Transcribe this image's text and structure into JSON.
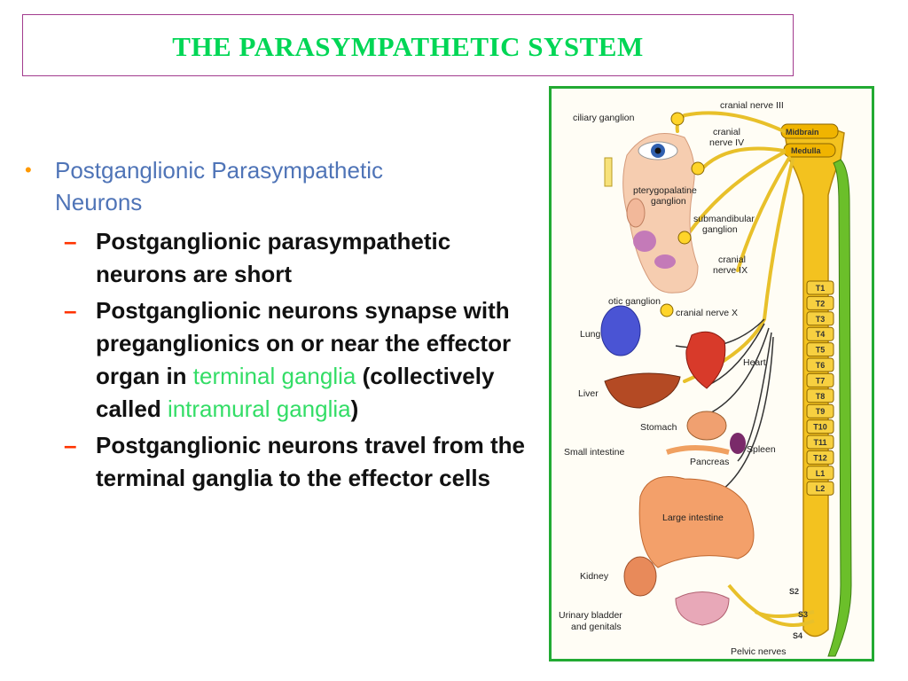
{
  "title": "THE PARASYMPATHETIC SYSTEM",
  "bullet": "Postganglionic Parasympathetic Neurons",
  "subs": {
    "s1": "Postganglionic parasympathetic neurons are short",
    "s2_a": "Postganglionic neurons synapse with preganglionics on or near the effector organ in ",
    "s2_hl1": "terminal ganglia",
    "s2_b": " (collectively called ",
    "s2_hl2": "intramural ganglia",
    "s2_c": ")",
    "s3": "Postganglionic neurons travel from the terminal ganglia to the effector cells"
  },
  "figure": {
    "labels": {
      "cranial_nerve_iii": "cranial nerve III",
      "ciliary_ganglion": "ciliary ganglion",
      "cranial_nerve_iv_1": "cranial",
      "cranial_nerve_iv_2": "nerve IV",
      "midbrain": "Midbrain",
      "medulla": "Medulla",
      "pterygopalatine_1": "pterygopalatine",
      "pterygopalatine_2": "ganglion",
      "submandibular_1": "submandibular",
      "submandibular_2": "ganglion",
      "cranial_nerve_ix_1": "cranial",
      "cranial_nerve_ix_2": "nerve IX",
      "otic_ganglion": "otic ganglion",
      "cranial_nerve_x": "cranial nerve X",
      "lung": "Lung",
      "heart": "Heart",
      "liver": "Liver",
      "stomach": "Stomach",
      "small_intestine": "Small intestine",
      "spleen": "Spleen",
      "pancreas": "Pancreas",
      "large_intestine": "Large intestine",
      "kidney": "Kidney",
      "urinary_1": "Urinary bladder",
      "urinary_2": "and genitals",
      "s2": "S2",
      "s3": "S3",
      "s4": "S4",
      "pelvic_nerves": "Pelvic nerves"
    },
    "vertebrae": [
      "T1",
      "T2",
      "T3",
      "T4",
      "T5",
      "T6",
      "T7",
      "T8",
      "T9",
      "T10",
      "T11",
      "T12",
      "L1",
      "L2"
    ]
  }
}
